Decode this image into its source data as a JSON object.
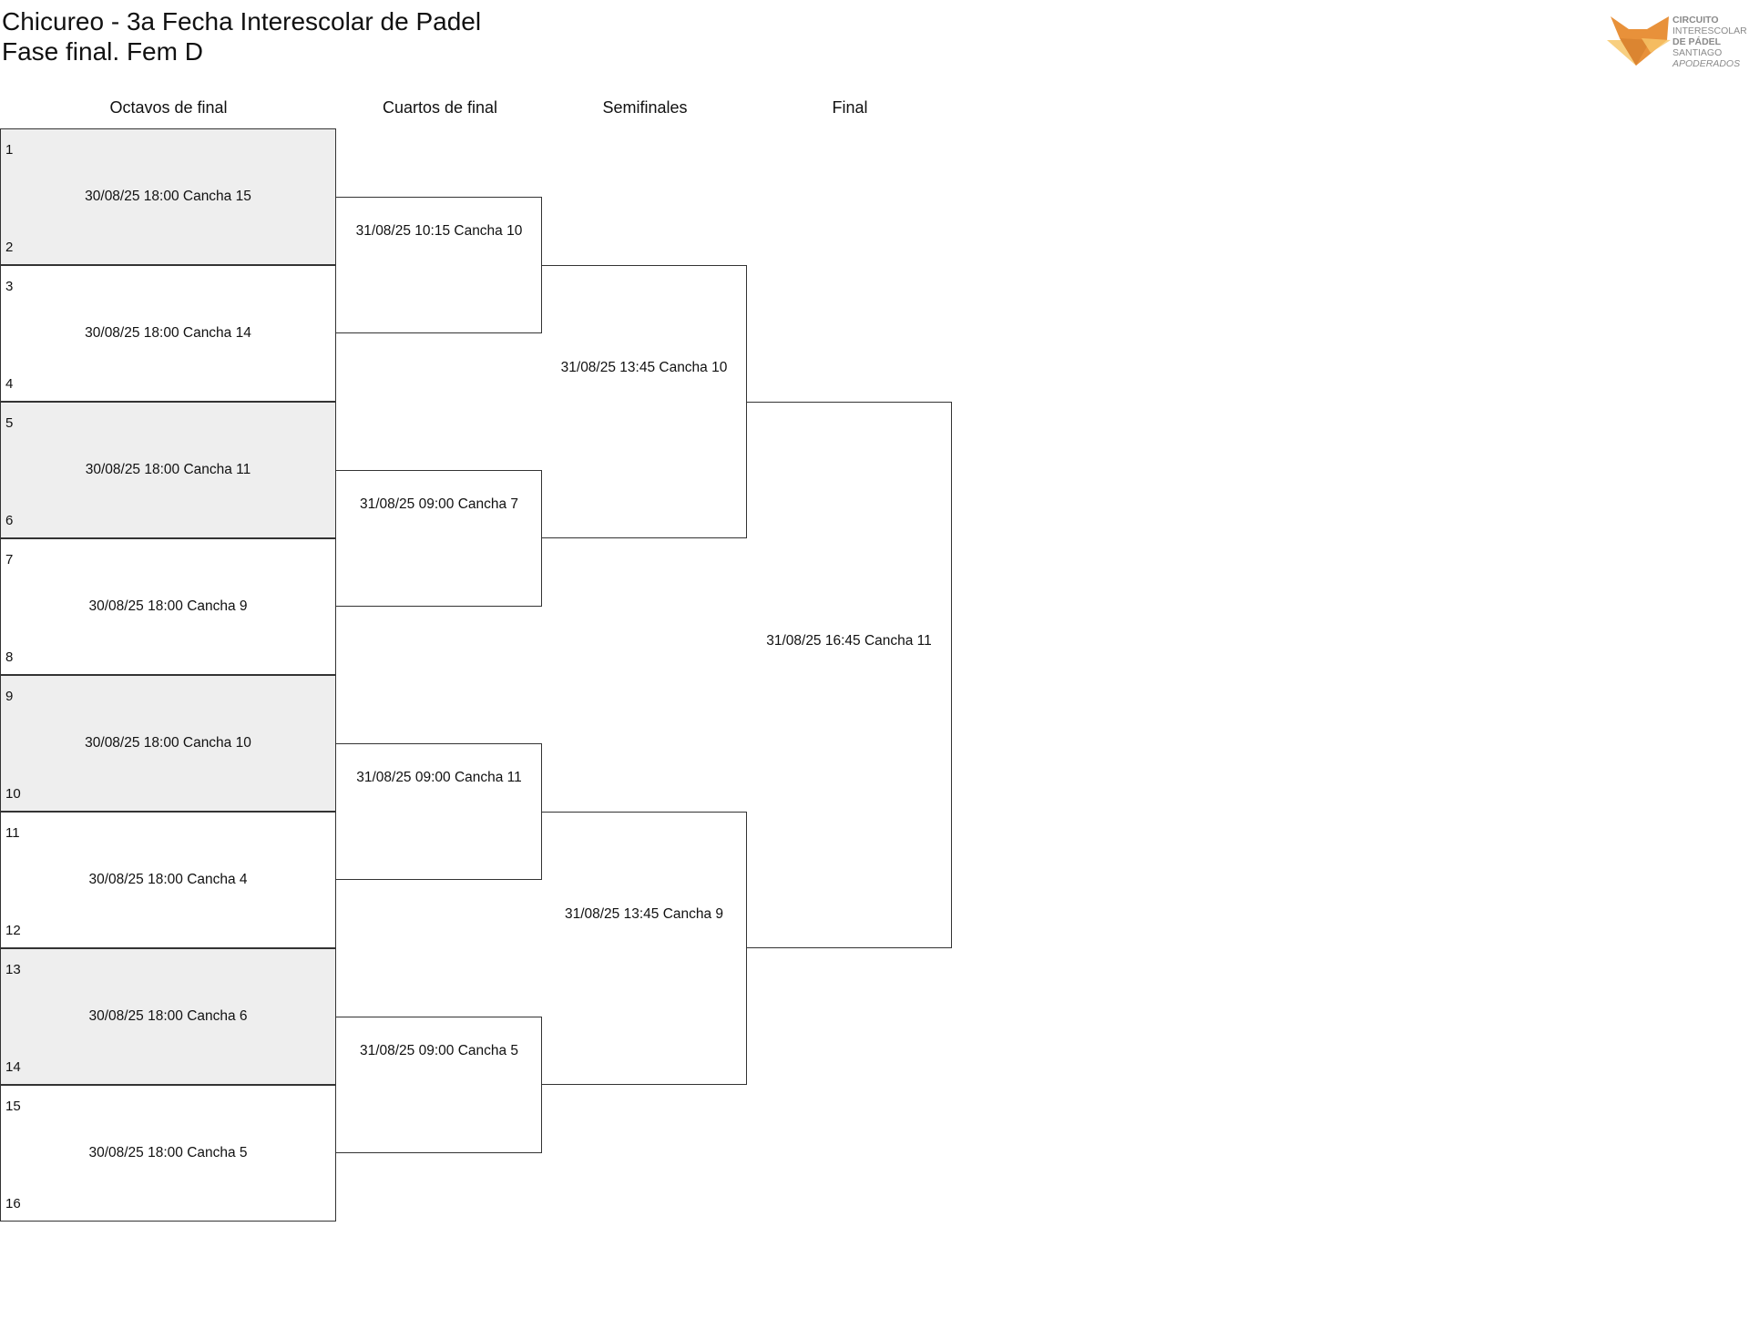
{
  "header": {
    "title": "Chicureo - 3a Fecha Interescolar de Padel",
    "subtitle": "Fase final. Fem D"
  },
  "logo": {
    "lines": [
      "CIRCUITO",
      "INTERESCOLAR",
      "DE PÁDEL",
      "SANTIAGO",
      "APODERADOS"
    ],
    "colors": {
      "orange": "#E8913A",
      "light": "#F7C76A",
      "text": "#8a8a8a"
    }
  },
  "rounds": {
    "r16": "Octavos de final",
    "qf": "Cuartos de final",
    "sf": "Semifinales",
    "final": "Final"
  },
  "r16_matches": [
    {
      "seed_top": "1",
      "seed_bot": "2",
      "info": "30/08/25 18:00 Cancha 15"
    },
    {
      "seed_top": "3",
      "seed_bot": "4",
      "info": "30/08/25 18:00 Cancha 14"
    },
    {
      "seed_top": "5",
      "seed_bot": "6",
      "info": "30/08/25 18:00 Cancha 11"
    },
    {
      "seed_top": "7",
      "seed_bot": "8",
      "info": "30/08/25 18:00 Cancha 9"
    },
    {
      "seed_top": "9",
      "seed_bot": "10",
      "info": "30/08/25 18:00 Cancha 10"
    },
    {
      "seed_top": "11",
      "seed_bot": "12",
      "info": "30/08/25 18:00 Cancha 4"
    },
    {
      "seed_top": "13",
      "seed_bot": "14",
      "info": "30/08/25 18:00 Cancha 6"
    },
    {
      "seed_top": "15",
      "seed_bot": "16",
      "info": "30/08/25 18:00 Cancha 5"
    }
  ],
  "qf_matches": [
    "31/08/25 10:15 Cancha 10",
    "31/08/25 09:00 Cancha 7",
    "31/08/25 09:00 Cancha 11",
    "31/08/25 09:00 Cancha 5"
  ],
  "sf_matches": [
    "31/08/25 13:45 Cancha 10",
    "31/08/25 13:45 Cancha 9"
  ],
  "final_match": "31/08/25 16:45 Cancha 11",
  "colors": {
    "shade": "#eeeeee",
    "line": "#333333"
  }
}
